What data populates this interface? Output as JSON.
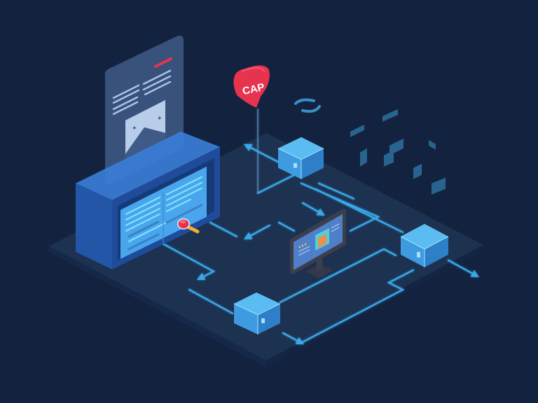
{
  "scene": {
    "description": "Isometric illustration of a data network: a server/display cabinet with a floating document, connected by glowing circuit lines to cubes and a desktop monitor on a dark platform",
    "background_color": "#13233f",
    "platform_color": "#1d3150",
    "line_color": "#38a8e8",
    "cube_top_color": "#4fb4ee",
    "cube_left_color": "#3a94da",
    "cube_right_color": "#2f7ac4"
  },
  "pin": {
    "label": "CAP",
    "color": "#e8334f"
  },
  "document": {
    "accent_color": "#e8334f"
  },
  "cabinet": {
    "screen_color": "#4aa6ec"
  },
  "knob": {
    "head_color": "#e8334f",
    "handle_color": "#f2b230"
  },
  "nodes": [
    {
      "id": "cube-top"
    },
    {
      "id": "cube-right"
    },
    {
      "id": "cube-bottom"
    }
  ],
  "monitor": {
    "frame_color": "#3b3f4c",
    "screen_color": "#4f7fc8"
  }
}
